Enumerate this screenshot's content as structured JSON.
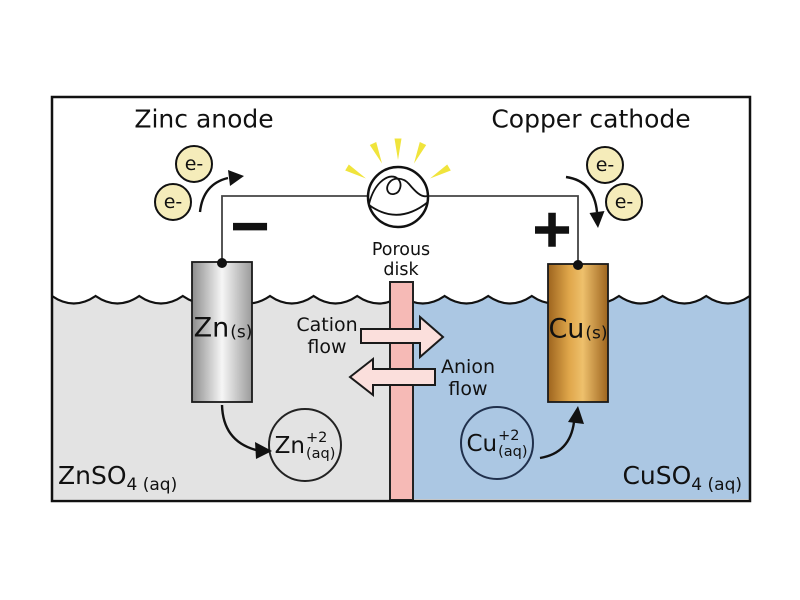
{
  "titles": {
    "left": "Zinc anode",
    "right": "Copper cathode"
  },
  "electron": "e-",
  "terminals": {
    "negative": "−",
    "positive": "+"
  },
  "porous_disk": {
    "line1": "Porous",
    "line2": "disk"
  },
  "cation_flow": {
    "line1": "Cation",
    "line2": "flow"
  },
  "anion_flow": {
    "line1": "Anion",
    "line2": "flow"
  },
  "electrodes": {
    "zinc": {
      "symbol": "Zn",
      "state": "(s)"
    },
    "copper": {
      "symbol": "Cu",
      "state": "(s)"
    }
  },
  "ions": {
    "zinc": {
      "symbol": "Zn",
      "charge": "+2",
      "state": "(aq)"
    },
    "copper": {
      "symbol": "Cu",
      "charge": "+2",
      "state": "(aq)"
    }
  },
  "solutions": {
    "left": {
      "formula": "ZnSO",
      "subscript": "4 (aq)"
    },
    "right": {
      "formula": "CuSO",
      "subscript": "4 (aq)"
    }
  },
  "colors": {
    "left_solution": "#e3e3e3",
    "right_solution": "#abc7e3",
    "porous_disk": "#f6bab6",
    "flow_arrow_fill": "#fbdfdc",
    "electron_fill": "#f5ecba",
    "ray_yellow": "#f0e43c",
    "outline": "#111111"
  }
}
